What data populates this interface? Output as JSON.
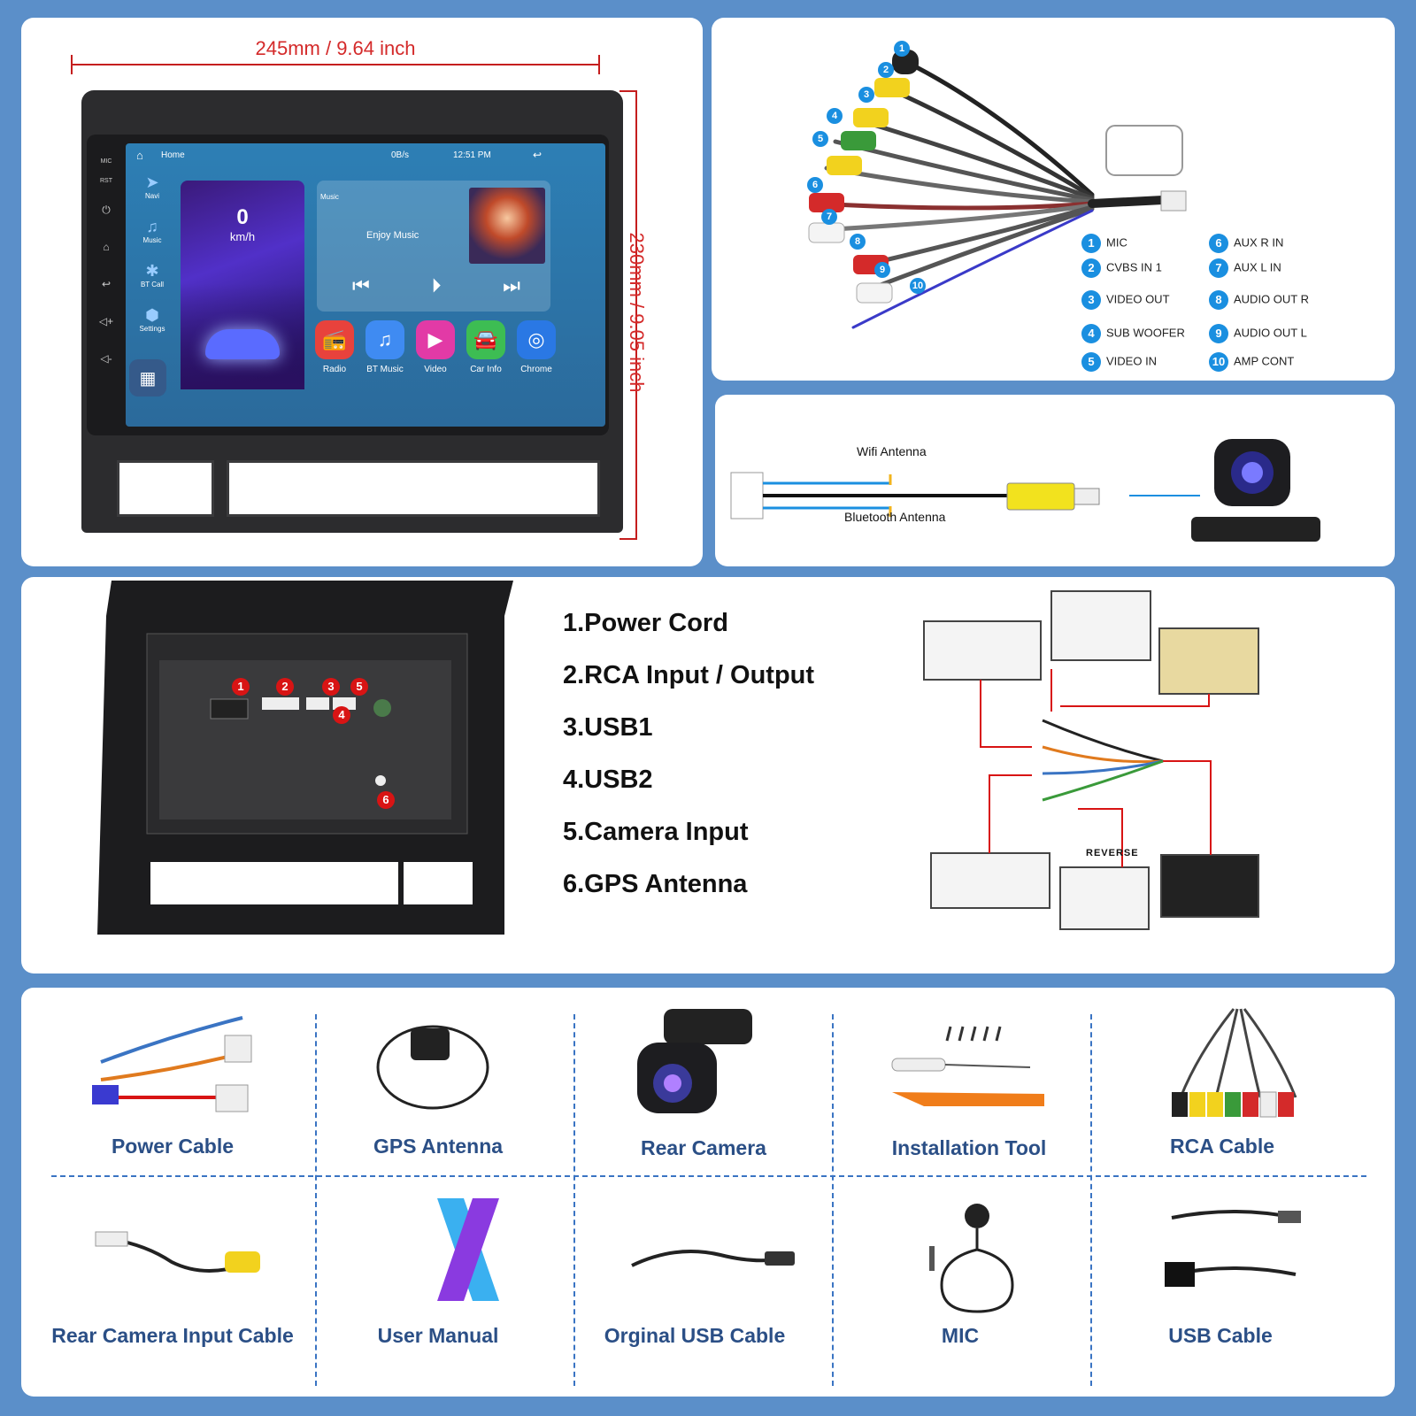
{
  "dimensions": {
    "width_label": "245mm / 9.64 inch",
    "height_label": "230mm / 9.05 inch"
  },
  "screen": {
    "side_buttons": [
      "MIC",
      "RST",
      "⏻",
      "⌂",
      "↩",
      "◁+",
      "◁-"
    ],
    "status": {
      "home": "Home",
      "network": "0B/s",
      "time": "12:51 PM"
    },
    "nav": [
      "Navi",
      "Music",
      "BT Call",
      "Settings"
    ],
    "speed": {
      "value": "0",
      "unit": "km/h"
    },
    "music": {
      "label": "Music",
      "title": "Enjoy Music"
    },
    "apps": [
      {
        "label": "Radio",
        "icon": "radio-icon",
        "color": "#e8423c"
      },
      {
        "label": "BT Music",
        "icon": "bt-music-icon",
        "color": "#3f8bf2"
      },
      {
        "label": "Video",
        "icon": "video-icon",
        "color": "#e23aa6"
      },
      {
        "label": "Car Info",
        "icon": "car-icon",
        "color": "#3dbd53"
      },
      {
        "label": "Chrome",
        "icon": "chrome-icon",
        "color": "#2a78e4"
      }
    ]
  },
  "rca_legend": [
    {
      "num": "1",
      "label": "MIC"
    },
    {
      "num": "2",
      "label": "CVBS IN 1"
    },
    {
      "num": "3",
      "label": "VIDEO OUT"
    },
    {
      "num": "4",
      "label": "SUB WOOFER"
    },
    {
      "num": "5",
      "label": "VIDEO IN"
    },
    {
      "num": "6",
      "label": "AUX R IN"
    },
    {
      "num": "7",
      "label": "AUX L IN"
    },
    {
      "num": "8",
      "label": "AUDIO OUT R"
    },
    {
      "num": "9",
      "label": "AUDIO OUT L"
    },
    {
      "num": "10",
      "label": "AMP CONT"
    }
  ],
  "antenna": {
    "wifi": "Wifi Antenna",
    "bluetooth": "Bluetooth Antenna"
  },
  "ports": [
    "1.Power Cord",
    "2.RCA Input / Output",
    "3.USB1",
    "4.USB2",
    "5.Camera Input",
    "6.GPS Antenna"
  ],
  "port_badges": [
    "1",
    "2",
    "3",
    "5",
    "4",
    "6"
  ],
  "harness": {
    "reverse": "REVERSE"
  },
  "accessories": [
    "Power Cable",
    "GPS Antenna",
    "Rear Camera",
    "Installation Tool",
    "RCA Cable",
    "Rear Camera Input Cable",
    "User Manual",
    "Orginal USB Cable",
    "MIC",
    "USB Cable"
  ],
  "colors": {
    "accent_blue": "#1a8fe0",
    "dimension_red": "#d42a2a",
    "label_blue": "#2b4f86",
    "background": "#5b8fc9"
  }
}
